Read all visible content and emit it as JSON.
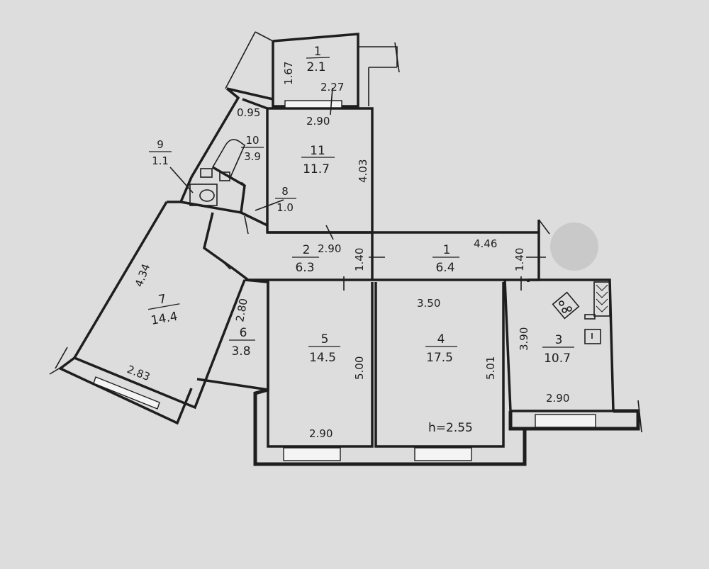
{
  "rooms": [
    {
      "number": "1",
      "area": "2.1"
    },
    {
      "number": "2",
      "area": "6.3"
    },
    {
      "number": "1",
      "area": "6.4"
    },
    {
      "number": "3",
      "area": "10.7"
    },
    {
      "number": "4",
      "area": "17.5"
    },
    {
      "number": "5",
      "area": "14.5"
    },
    {
      "number": "6",
      "area": "3.8"
    },
    {
      "number": "7",
      "area": "14.4"
    },
    {
      "number": "8",
      "area": "1.0"
    },
    {
      "number": "9",
      "area": "1.1"
    },
    {
      "number": "10",
      "area": "3.9"
    },
    {
      "number": "11",
      "area": "11.7"
    }
  ],
  "dimensions": {
    "balcony_height": "1.67",
    "balcony_width": "2.27",
    "room11_top": "2.90",
    "room11_side": "4.03",
    "corridor_095": "0.95",
    "hall2_width": "2.90",
    "hall2_depth": "1.40",
    "hall1_width": "4.46",
    "hall1_depth": "1.40",
    "room7_side": "4.34",
    "room7_bottom": "2.83",
    "room6_side": "2.80",
    "room5_side": "5.00",
    "room5_bottom": "2.90",
    "room4_top": "3.50",
    "room4_side": "5.01",
    "room3_side": "3.90",
    "room3_bottom": "2.90"
  },
  "ceiling_height": "h=2.55"
}
